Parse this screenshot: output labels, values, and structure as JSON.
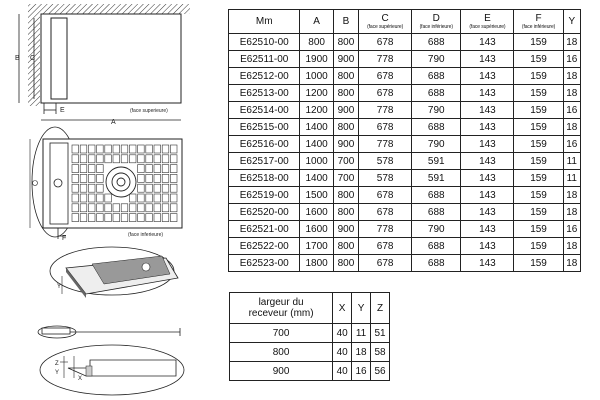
{
  "drawing_labels": {
    "dim_b": "B",
    "dim_c": "C",
    "dim_a": "A",
    "dim_e": "E",
    "dim_f": "F",
    "dim_y": "Y",
    "dim_x": "X",
    "dim_z": "Z",
    "top_face": "(face superieure)",
    "bottom_face": "(face inferieure)"
  },
  "dimensions_table": {
    "headers": [
      {
        "main": "Mm",
        "sub": ""
      },
      {
        "main": "A",
        "sub": ""
      },
      {
        "main": "B",
        "sub": ""
      },
      {
        "main": "C",
        "sub": "(face supérieure)"
      },
      {
        "main": "D",
        "sub": "(face inférieure)"
      },
      {
        "main": "E",
        "sub": "(face supérieure)"
      },
      {
        "main": "F",
        "sub": "(face inférieure)"
      },
      {
        "main": "Y",
        "sub": ""
      }
    ],
    "rows": [
      [
        "E62510-00",
        "800",
        "800",
        "678",
        "688",
        "143",
        "159",
        "18"
      ],
      [
        "E62511-00",
        "1900",
        "900",
        "778",
        "790",
        "143",
        "159",
        "16"
      ],
      [
        "E62512-00",
        "1000",
        "800",
        "678",
        "688",
        "143",
        "159",
        "18"
      ],
      [
        "E62513-00",
        "1200",
        "800",
        "678",
        "688",
        "143",
        "159",
        "18"
      ],
      [
        "E62514-00",
        "1200",
        "900",
        "778",
        "790",
        "143",
        "159",
        "16"
      ],
      [
        "E62515-00",
        "1400",
        "800",
        "678",
        "688",
        "143",
        "159",
        "18"
      ],
      [
        "E62516-00",
        "1400",
        "900",
        "778",
        "790",
        "143",
        "159",
        "16"
      ],
      [
        "E62517-00",
        "1000",
        "700",
        "578",
        "591",
        "143",
        "159",
        "11"
      ],
      [
        "E62518-00",
        "1400",
        "700",
        "578",
        "591",
        "143",
        "159",
        "11"
      ],
      [
        "E62519-00",
        "1500",
        "800",
        "678",
        "688",
        "143",
        "159",
        "18"
      ],
      [
        "E62520-00",
        "1600",
        "800",
        "678",
        "688",
        "143",
        "159",
        "18"
      ],
      [
        "E62521-00",
        "1600",
        "900",
        "778",
        "790",
        "143",
        "159",
        "16"
      ],
      [
        "E62522-00",
        "1700",
        "800",
        "678",
        "688",
        "143",
        "159",
        "18"
      ],
      [
        "E62523-00",
        "1800",
        "800",
        "678",
        "688",
        "143",
        "159",
        "18"
      ]
    ]
  },
  "width_table": {
    "header_line1": "largeur du",
    "header_line2": "receveur (mm)",
    "header_x": "X",
    "header_y": "Y",
    "header_z": "Z",
    "rows": [
      [
        "700",
        "40",
        "11",
        "51"
      ],
      [
        "800",
        "40",
        "18",
        "58"
      ],
      [
        "900",
        "40",
        "16",
        "56"
      ]
    ]
  }
}
